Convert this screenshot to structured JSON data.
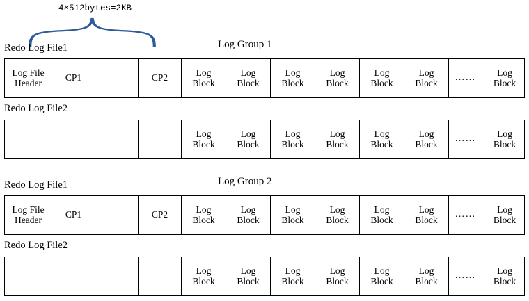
{
  "annotation": {
    "size_note": "4×512bytes=2KB"
  },
  "groups": [
    {
      "title": "Log Group 1",
      "files": [
        {
          "label": "Redo Log File1",
          "cells": [
            "Log File\nHeader",
            "CP1",
            "",
            "CP2",
            "Log\nBlock",
            "Log\nBlock",
            "Log\nBlock",
            "Log\nBlock",
            "Log\nBlock",
            "Log\nBlock",
            "……",
            "Log\nBlock"
          ]
        },
        {
          "label": "Redo Log File2",
          "cells": [
            "",
            "",
            "",
            "",
            "Log\nBlock",
            "Log\nBlock",
            "Log\nBlock",
            "Log\nBlock",
            "Log\nBlock",
            "Log\nBlock",
            "……",
            "Log\nBlock"
          ]
        }
      ]
    },
    {
      "title": "Log Group 2",
      "files": [
        {
          "label": "Redo Log File1",
          "cells": [
            "Log File\nHeader",
            "CP1",
            "",
            "CP2",
            "Log\nBlock",
            "Log\nBlock",
            "Log\nBlock",
            "Log\nBlock",
            "Log\nBlock",
            "Log\nBlock",
            "……",
            "Log\nBlock"
          ]
        },
        {
          "label": "Redo Log File2",
          "cells": [
            "",
            "",
            "",
            "",
            "Log\nBlock",
            "Log\nBlock",
            "Log\nBlock",
            "Log\nBlock",
            "Log\nBlock",
            "Log\nBlock",
            "……",
            "Log\nBlock"
          ]
        }
      ]
    }
  ],
  "colors": {
    "brace": "#2E5C9A",
    "outline": "#000000",
    "background": "#ffffff"
  }
}
